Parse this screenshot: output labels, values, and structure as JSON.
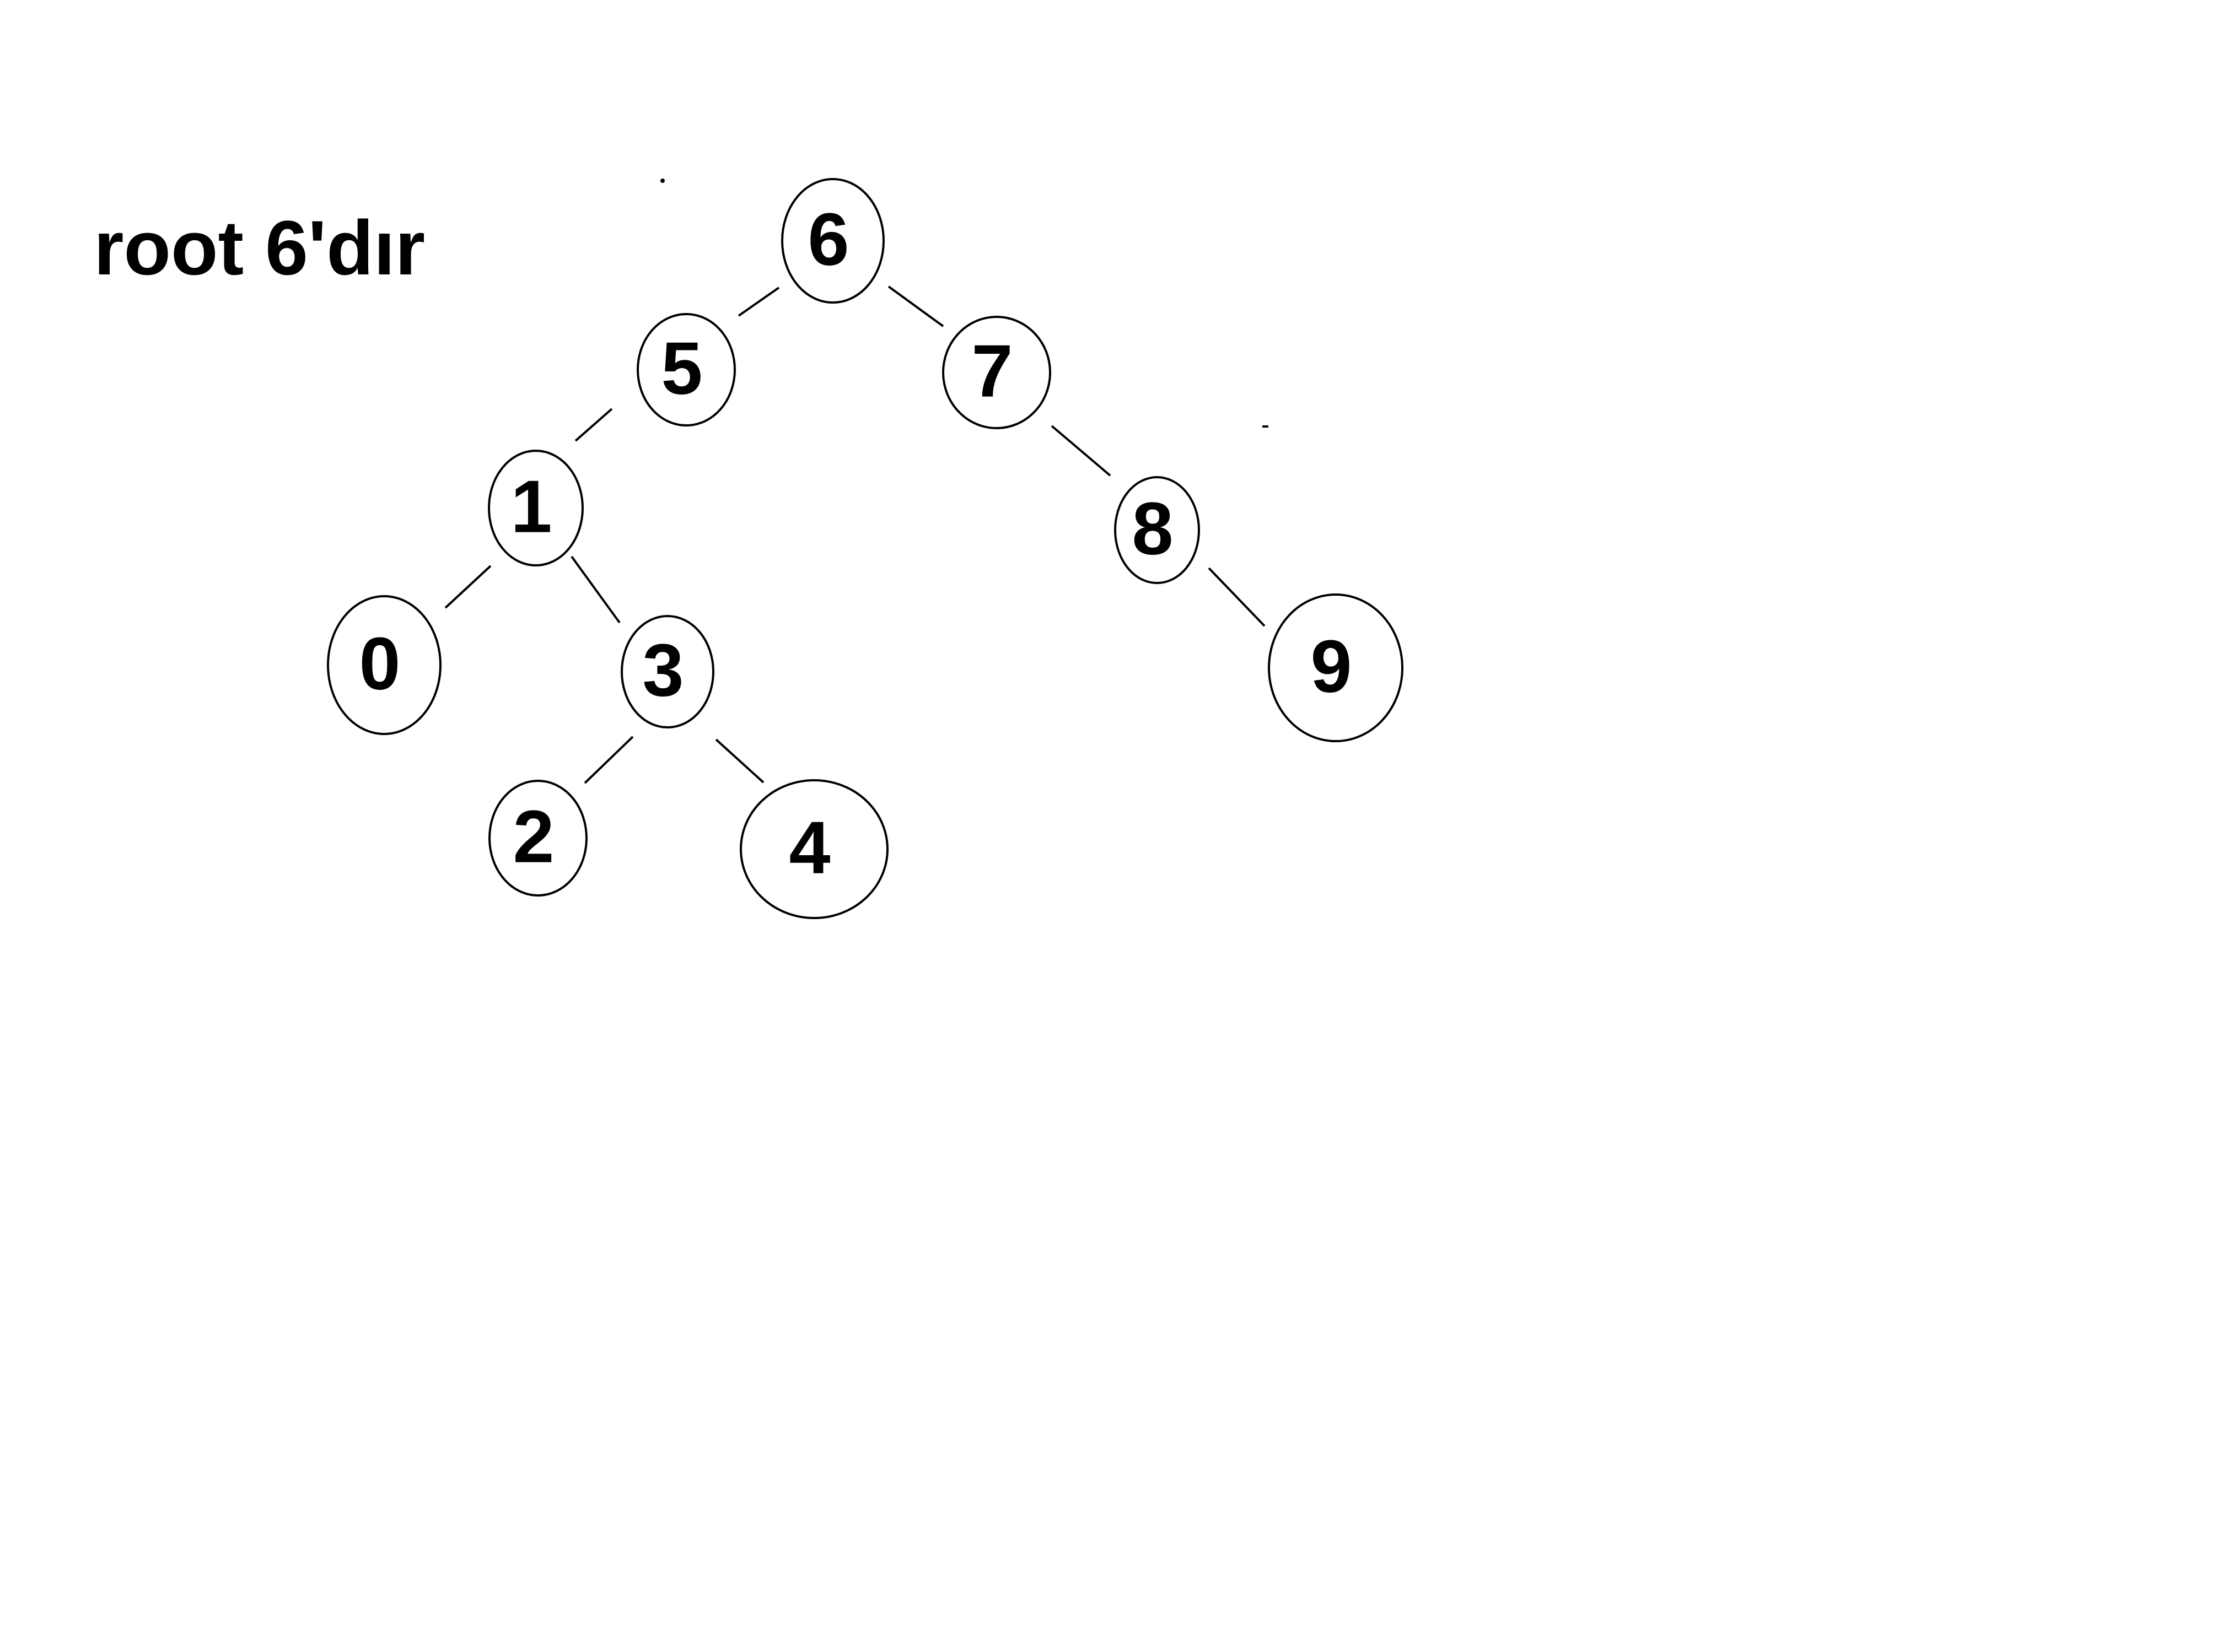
{
  "caption": "root 6'dır",
  "colors": {
    "stroke": "#000000",
    "background": "#ffffff"
  },
  "tree": {
    "root": "6",
    "nodes": [
      {
        "id": "n6",
        "label": "6",
        "parent": null
      },
      {
        "id": "n5",
        "label": "5",
        "parent": "n6"
      },
      {
        "id": "n7",
        "label": "7",
        "parent": "n6"
      },
      {
        "id": "n1",
        "label": "1",
        "parent": "n5"
      },
      {
        "id": "n8",
        "label": "8",
        "parent": "n7"
      },
      {
        "id": "n0",
        "label": "0",
        "parent": "n1"
      },
      {
        "id": "n3",
        "label": "3",
        "parent": "n1"
      },
      {
        "id": "n9",
        "label": "9",
        "parent": "n8"
      },
      {
        "id": "n2",
        "label": "2",
        "parent": "n3"
      },
      {
        "id": "n4",
        "label": "4",
        "parent": "n3"
      }
    ]
  }
}
